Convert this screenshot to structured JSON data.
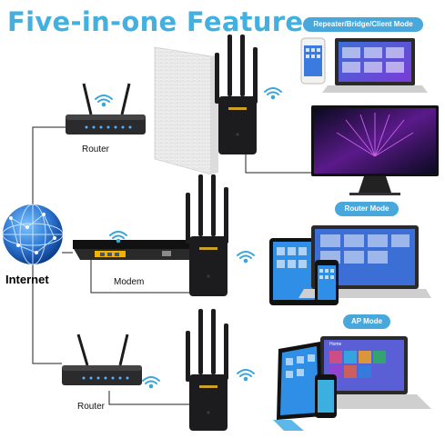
{
  "title": "Five-in-one Feature",
  "modes": {
    "repeater": "Repeater/Bridge/Client Mode",
    "router": "Router Mode",
    "ap": "AP Mode"
  },
  "labels": {
    "internet": "Internet",
    "router_top": "Router",
    "modem": "Modem",
    "router_bottom": "Router"
  },
  "screens": {
    "ap_laptop": "Home"
  },
  "colors": {
    "title": "#44b0e0",
    "badge": "#48a8dc",
    "device": "#1c1c1e",
    "wifi": "#3aa6d8"
  },
  "icons": [
    "globe-icon",
    "wifi-icon",
    "apple-icon"
  ]
}
